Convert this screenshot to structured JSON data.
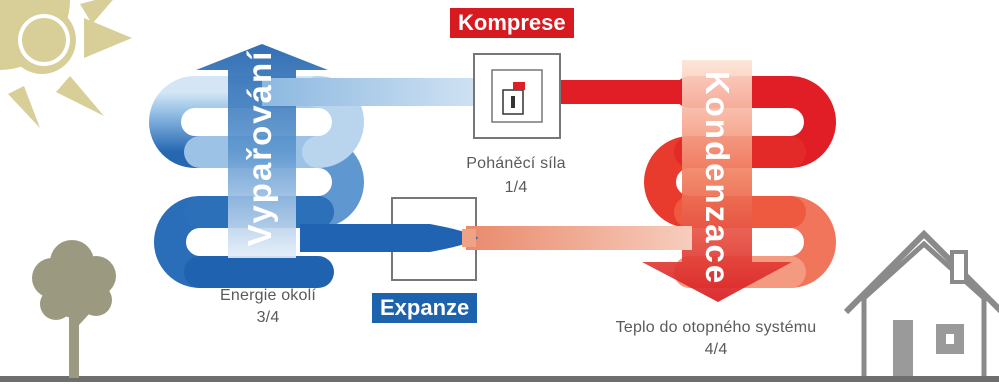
{
  "diagram": {
    "stages": {
      "compression": "Komprese",
      "expansion": "Expanze",
      "evaporation": "Vypařování",
      "condensation": "Kondenzace"
    },
    "captions": {
      "ambient_energy": {
        "label": "Energie okolí",
        "value": "3/4"
      },
      "driving_power": {
        "label": "Poháněcí síla",
        "value": "1/4"
      },
      "heating_output": {
        "label": "Teplo do otopného systému",
        "value": "4/4"
      }
    },
    "icons": [
      "sun-icon",
      "tree-icon",
      "house-icon",
      "compressor-icon",
      "expansion-valve-icon"
    ],
    "colors": {
      "cold": "#1f67b4",
      "cold_light": "#c7def3",
      "hot": "#e0202a",
      "hot_light": "#f6b7a2",
      "sun": "#d9cf98",
      "tree": "#9a9a80",
      "ground": "#6e6e6e",
      "compression_tag": "#d71920",
      "expansion_tag": "#1d62ad"
    }
  }
}
